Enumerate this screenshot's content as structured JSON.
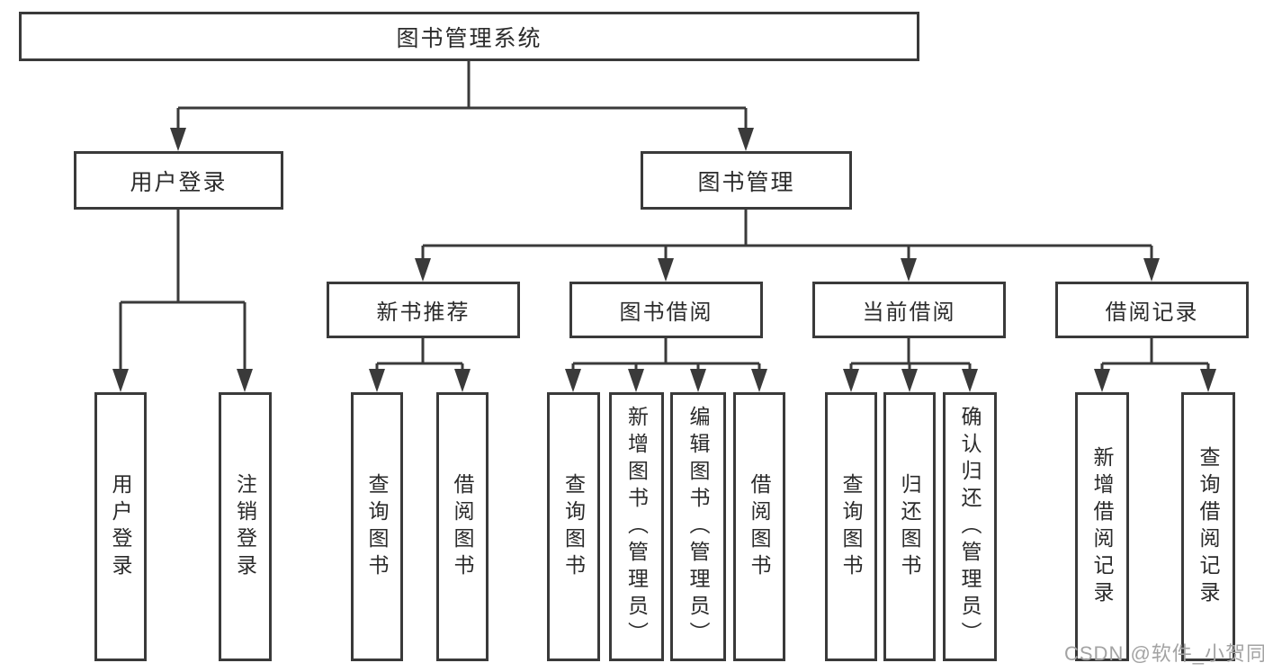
{
  "colors": {
    "line": "#3a3a3a",
    "text": "#2b2b2b",
    "background": "#ffffff",
    "watermark": "#a3a3a3"
  },
  "watermark": "CSDN @软件_小贺同学",
  "tree": {
    "root": {
      "label": "图书管理系统"
    },
    "children": [
      {
        "label": "用户登录",
        "leaves": [
          "用户登录",
          "注销登录"
        ]
      },
      {
        "label": "图书管理",
        "children": [
          {
            "label": "新书推荐",
            "leaves": [
              "查询图书",
              "借阅图书"
            ]
          },
          {
            "label": "图书借阅",
            "leaves": [
              "查询图书",
              "新增图书（管理员）",
              "编辑图书（管理员）",
              "借阅图书"
            ]
          },
          {
            "label": "当前借阅",
            "leaves": [
              "查询图书",
              "归还图书",
              "确认归还（管理员）"
            ]
          },
          {
            "label": "借阅记录",
            "leaves": [
              "新增借阅记录",
              "查询借阅记录"
            ]
          }
        ]
      }
    ]
  }
}
